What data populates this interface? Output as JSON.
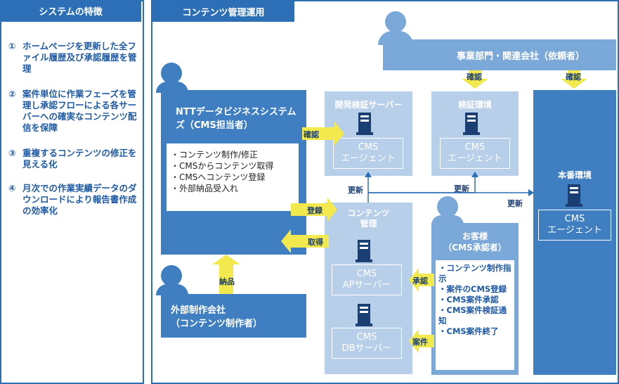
{
  "left": {
    "header": "システムの特徴",
    "features": [
      {
        "num": "①",
        "text": "ホームページを更新した全ファイル履歴及び承認履歴を管理"
      },
      {
        "num": "②",
        "text": "案件単位に作業フェーズを管理し承認フローによる各サーバーへの確実なコンテンツ配信を保障"
      },
      {
        "num": "③",
        "text": "重複するコンテンツの修正を見える化"
      },
      {
        "num": "④",
        "text": "月次での作業実績データのダウンロードにより報告書作成の効率化"
      }
    ]
  },
  "right": {
    "header": "コンテンツ管理運用",
    "requester": "事業部門・関連会社（依頼者）",
    "ntt_title": "NTTデータビジネスシステムズ（CMS担当者）",
    "ntt_tasks": [
      "・コンテンツ制作/修正",
      "・CMSからコンテンツ取得",
      "・CMSへコンテンツ登録",
      "・外部納品受入れ"
    ],
    "dev_server": {
      "title": "開発検証サーバー",
      "agent": "CMS\nエージェント"
    },
    "verify_env": {
      "title": "検証環境",
      "agent": "CMS\nエージェント"
    },
    "prod_env": {
      "title": "本番環境",
      "agent": "CMS\nエージェント"
    },
    "content_mgmt": {
      "title": "コンテンツ\n管理",
      "ap": "CMS\nAPサーバー",
      "db": "CMS\nDBサーバー"
    },
    "customer": {
      "title": "お客様\n（CMS承認者）",
      "tasks": [
        "・コンテンツ制作指示",
        "・案件のCMS登録",
        "・CMS案件承認",
        "・CMS案件検証通知",
        "・CMS案件終了"
      ]
    },
    "external": "外部制作会社\n（コンテンツ制作者）",
    "labels": {
      "confirm": "確認",
      "register": "登録",
      "retrieve": "取得",
      "deliver": "納品",
      "update": "更新",
      "approve": "承認",
      "case": "案件"
    }
  },
  "colors": {
    "dark_blue": "#3f7fc1",
    "mid_blue": "#7aa8d8",
    "light_blue": "#b8cfe9",
    "arrow_yellow": "#f2e94e",
    "line_blue": "#2d6fb6"
  }
}
